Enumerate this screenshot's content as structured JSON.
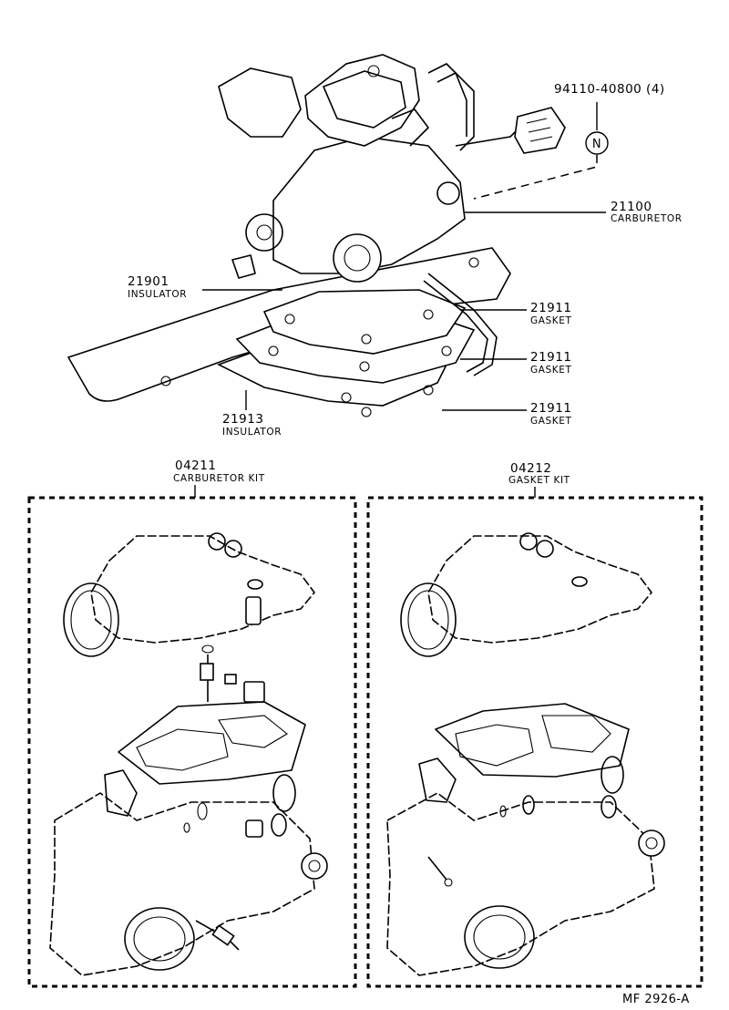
{
  "callouts": [
    {
      "id": "c94110",
      "number": "94110-40800 (4)",
      "name": ""
    },
    {
      "id": "c21100",
      "number": "21100",
      "name": "CARBURETOR"
    },
    {
      "id": "c21901",
      "number": "21901",
      "name": "INSULATOR"
    },
    {
      "id": "c21911a",
      "number": "21911",
      "name": "GASKET"
    },
    {
      "id": "c21911b",
      "number": "21911",
      "name": "GASKET"
    },
    {
      "id": "c21913",
      "number": "21913",
      "name": "INSULATOR"
    },
    {
      "id": "c21911c",
      "number": "21911",
      "name": "GASKET"
    }
  ],
  "marker": {
    "letter": "N"
  },
  "kits": [
    {
      "number": "04211",
      "name": "CARBURETOR KIT"
    },
    {
      "number": "04212",
      "name": "GASKET KIT"
    }
  ],
  "footer": {
    "code": "MF 2926-A"
  },
  "colors": {
    "ink": "#000000",
    "paper": "#ffffff"
  }
}
